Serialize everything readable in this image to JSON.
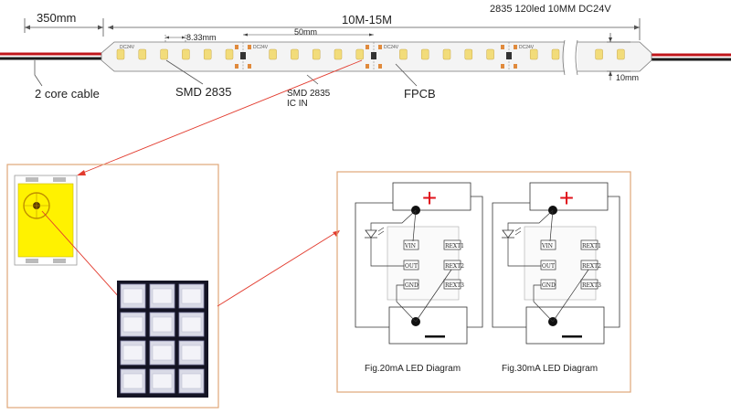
{
  "strip": {
    "spec": "2835 120led 10MM DC24V",
    "length_lead": "350mm",
    "length_strip": "10M-15M",
    "pitch_small": "8.33mm",
    "pitch_segment": "50mm",
    "width": "10mm",
    "silk_voltage": "DC24V",
    "label_cable": "2 core cable",
    "label_smd": "SMD 2835",
    "label_smd_ic_line1": "SMD 2835",
    "label_smd_ic_line2": "IC IN",
    "label_fpcb": "FPCB"
  },
  "diagrams": {
    "left": {
      "caption": "Fig.20mA  LED Diagram",
      "pins_left": [
        "VIN",
        "OUT",
        "GND"
      ],
      "pins_right": [
        "REXT1",
        "REXT2",
        "REXT3"
      ],
      "plus": "+",
      "minus": "—"
    },
    "right": {
      "caption": "Fig.30mA  LED Diagram",
      "pins_left": [
        "VIN",
        "OUT",
        "GND"
      ],
      "pins_right": [
        "REXT1",
        "REXT2",
        "REXT3"
      ],
      "plus": "+",
      "minus": "—"
    }
  },
  "colors": {
    "strip_white": "#f4f4f4",
    "led_yellow": "#f2dc7a",
    "ic_orange": "#e08a3c",
    "cable_red": "#c0161b",
    "cable_black": "#1b1b1b",
    "callout_red": "#e23b2e",
    "frame_orange": "#e0a678",
    "chip_yellow": "#fff200",
    "plus_red": "#e0121b"
  }
}
